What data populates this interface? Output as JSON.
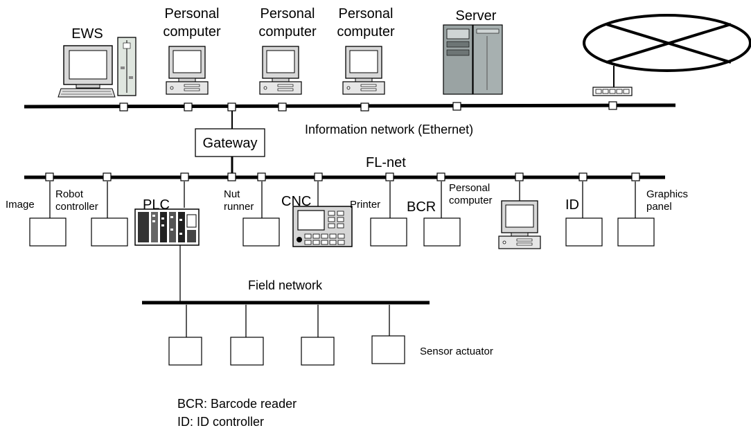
{
  "top_devices": {
    "ews": "EWS",
    "pc1_line1": "Personal",
    "pc1_line2": "computer",
    "pc2_line1": "Personal",
    "pc2_line2": "computer",
    "pc3_line1": "Personal",
    "pc3_line2": "computer",
    "server": "Server"
  },
  "networks": {
    "information": "Information network (Ethernet)",
    "gateway": "Gateway",
    "flnet": "FL-net",
    "field": "Field network"
  },
  "fl_devices": {
    "image": "Image",
    "robot_line1": "Robot",
    "robot_line2": "controller",
    "plc": "PLC",
    "nut_line1": "Nut",
    "nut_line2": "runner",
    "cnc": "CNC",
    "printer": "Printer",
    "bcr": "BCR",
    "pc_line1": "Personal",
    "pc_line2": "computer",
    "id": "ID",
    "graphics_line1": "Graphics",
    "graphics_line2": "panel"
  },
  "field_devices": {
    "sensor": "Sensor actuator"
  },
  "legend": {
    "bcr": "BCR: Barcode reader",
    "id": "ID: ID controller"
  }
}
